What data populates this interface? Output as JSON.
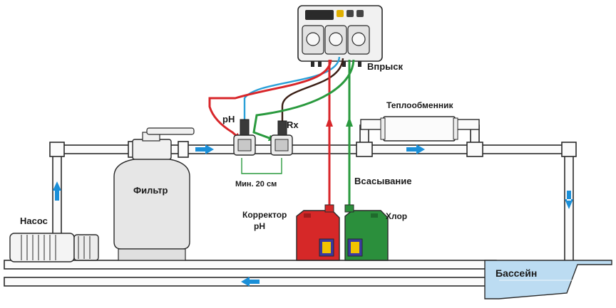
{
  "labels": {
    "injection": "Впрыск",
    "heat_exchanger": "Теплообменник",
    "ph": "pH",
    "rx": "Rx",
    "min_distance": "Мин. 20 см",
    "filter": "Фильтр",
    "pump": "Насос",
    "suction": "Всасывание",
    "corrector_line1": "Корректор",
    "corrector_line2": "pH",
    "chlorine": "Хлор",
    "pool": "Бассейн"
  },
  "colors": {
    "flow_arrow": "#1a8fd8",
    "ph_line": "#d8262a",
    "chlorine_line": "#2a9a3e",
    "ph_sensor_cable": "#2aa0d8",
    "rx_sensor_cable": "#3a1e14",
    "ph_canister": "#d62828",
    "chlorine_canister": "#2b8f3c",
    "device_body": "#f1f1f1",
    "pipe_fill": "#fbfbfb",
    "pool_water": "#bcdcf2"
  },
  "icons": [
    "flow-arrow",
    "filter-tank",
    "pump",
    "dosing-controller",
    "probe",
    "canister",
    "heat-exchanger",
    "pool-basin"
  ]
}
